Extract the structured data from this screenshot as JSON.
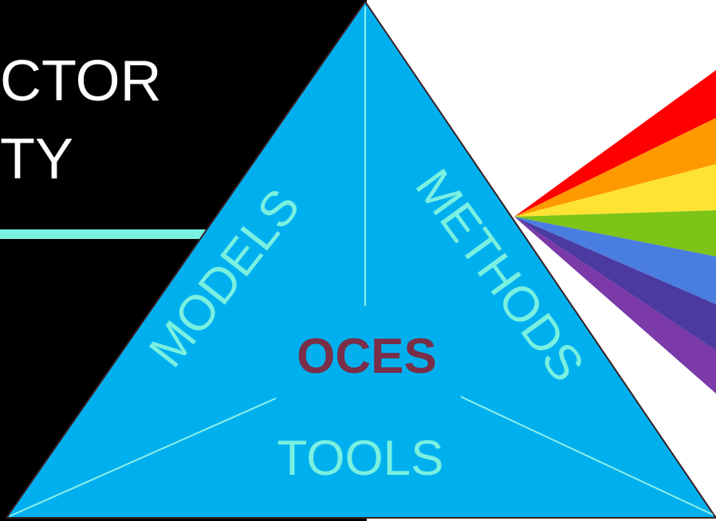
{
  "heading": {
    "line1": "CTOR",
    "line2": "TY"
  },
  "triangle": {
    "center_label": "OCES",
    "left_label": "MODELS",
    "right_label": "METHODS",
    "bottom_label": "TOOLS"
  },
  "colors": {
    "panel": "#000000",
    "accent": "#7af0e0",
    "prism_fill": "#00b0ee",
    "prism_divider": "#8ff0ea",
    "label": "#7af0e0",
    "center_label": "#7a2e47",
    "spectrum": [
      "#ff0000",
      "#ff9900",
      "#ffe333",
      "#7cc417",
      "#4a7de0",
      "#4b3aa0",
      "#7b3aa8"
    ]
  }
}
